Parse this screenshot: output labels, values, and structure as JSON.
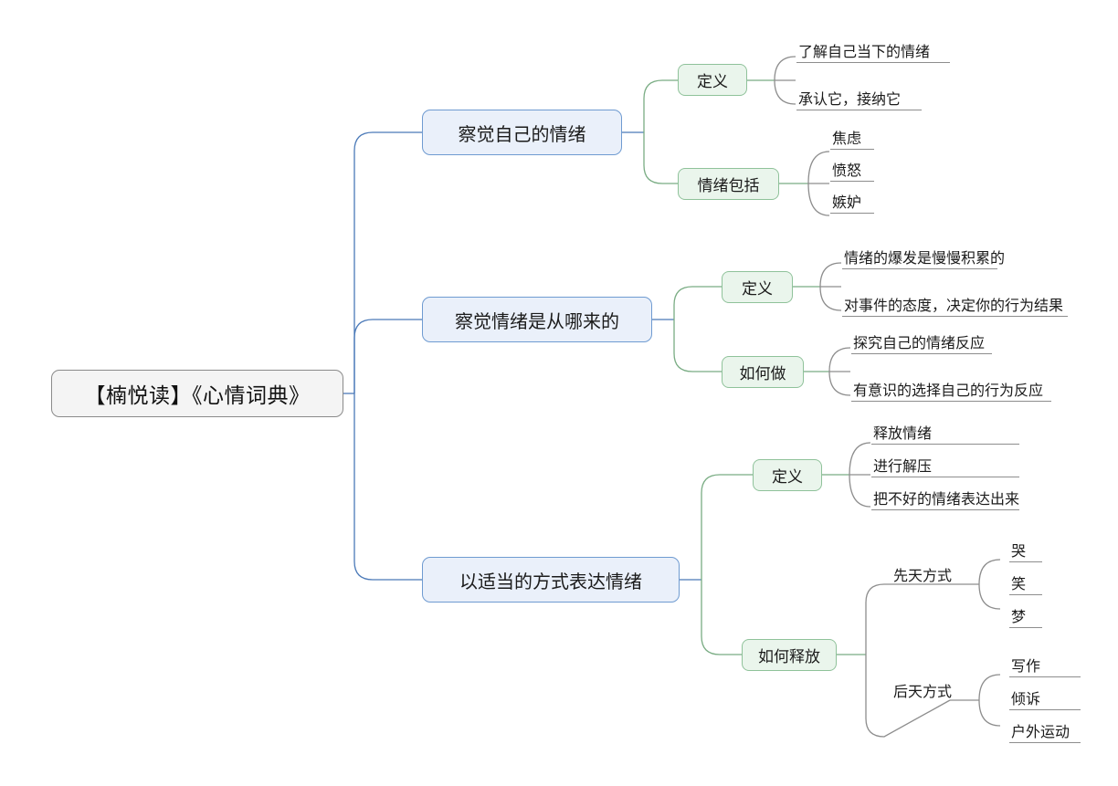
{
  "diagram": {
    "type": "mind-map",
    "title": "【楠悦读】《心情词典》",
    "root": {
      "label": "【楠悦读】《心情词典》"
    },
    "branches": [
      {
        "label": "察觉自己的情绪",
        "children": [
          {
            "label": "定义",
            "leaves": [
              "了解自己当下的情绪",
              "承认它，接纳它"
            ]
          },
          {
            "label": "情绪包括",
            "leaves": [
              "焦虑",
              "愤怒",
              "嫉妒"
            ]
          }
        ]
      },
      {
        "label": "察觉情绪是从哪来的",
        "children": [
          {
            "label": "定义",
            "leaves": [
              "情绪的爆发是慢慢积累的",
              "对事件的态度，决定你的行为结果"
            ]
          },
          {
            "label": "如何做",
            "leaves": [
              "探究自己的情绪反应",
              "有意识的选择自己的行为反应"
            ]
          }
        ]
      },
      {
        "label": "以适当的方式表达情绪",
        "children": [
          {
            "label": "定义",
            "leaves": [
              "释放情绪",
              "进行解压",
              "把不好的情绪表达出来"
            ]
          },
          {
            "label": "如何释放",
            "groups": [
              {
                "label": "先天方式",
                "leaves": [
                  "哭",
                  "笑",
                  "梦"
                ]
              },
              {
                "label": "后天方式",
                "leaves": [
                  "写作",
                  "倾诉",
                  "户外运动"
                ]
              }
            ]
          }
        ]
      }
    ],
    "colors": {
      "root_fill": "#f4f4f4",
      "root_border": "#8a8a8a",
      "level1_fill": "#eaf0fa",
      "level1_border": "#6f9bd1",
      "level2_fill": "#eaf5ec",
      "level2_border": "#8fc29a",
      "edge_blue": "#4a79b8",
      "edge_green": "#79ac83",
      "edge_gray": "#8d8d8d",
      "background": "#ffffff"
    }
  }
}
